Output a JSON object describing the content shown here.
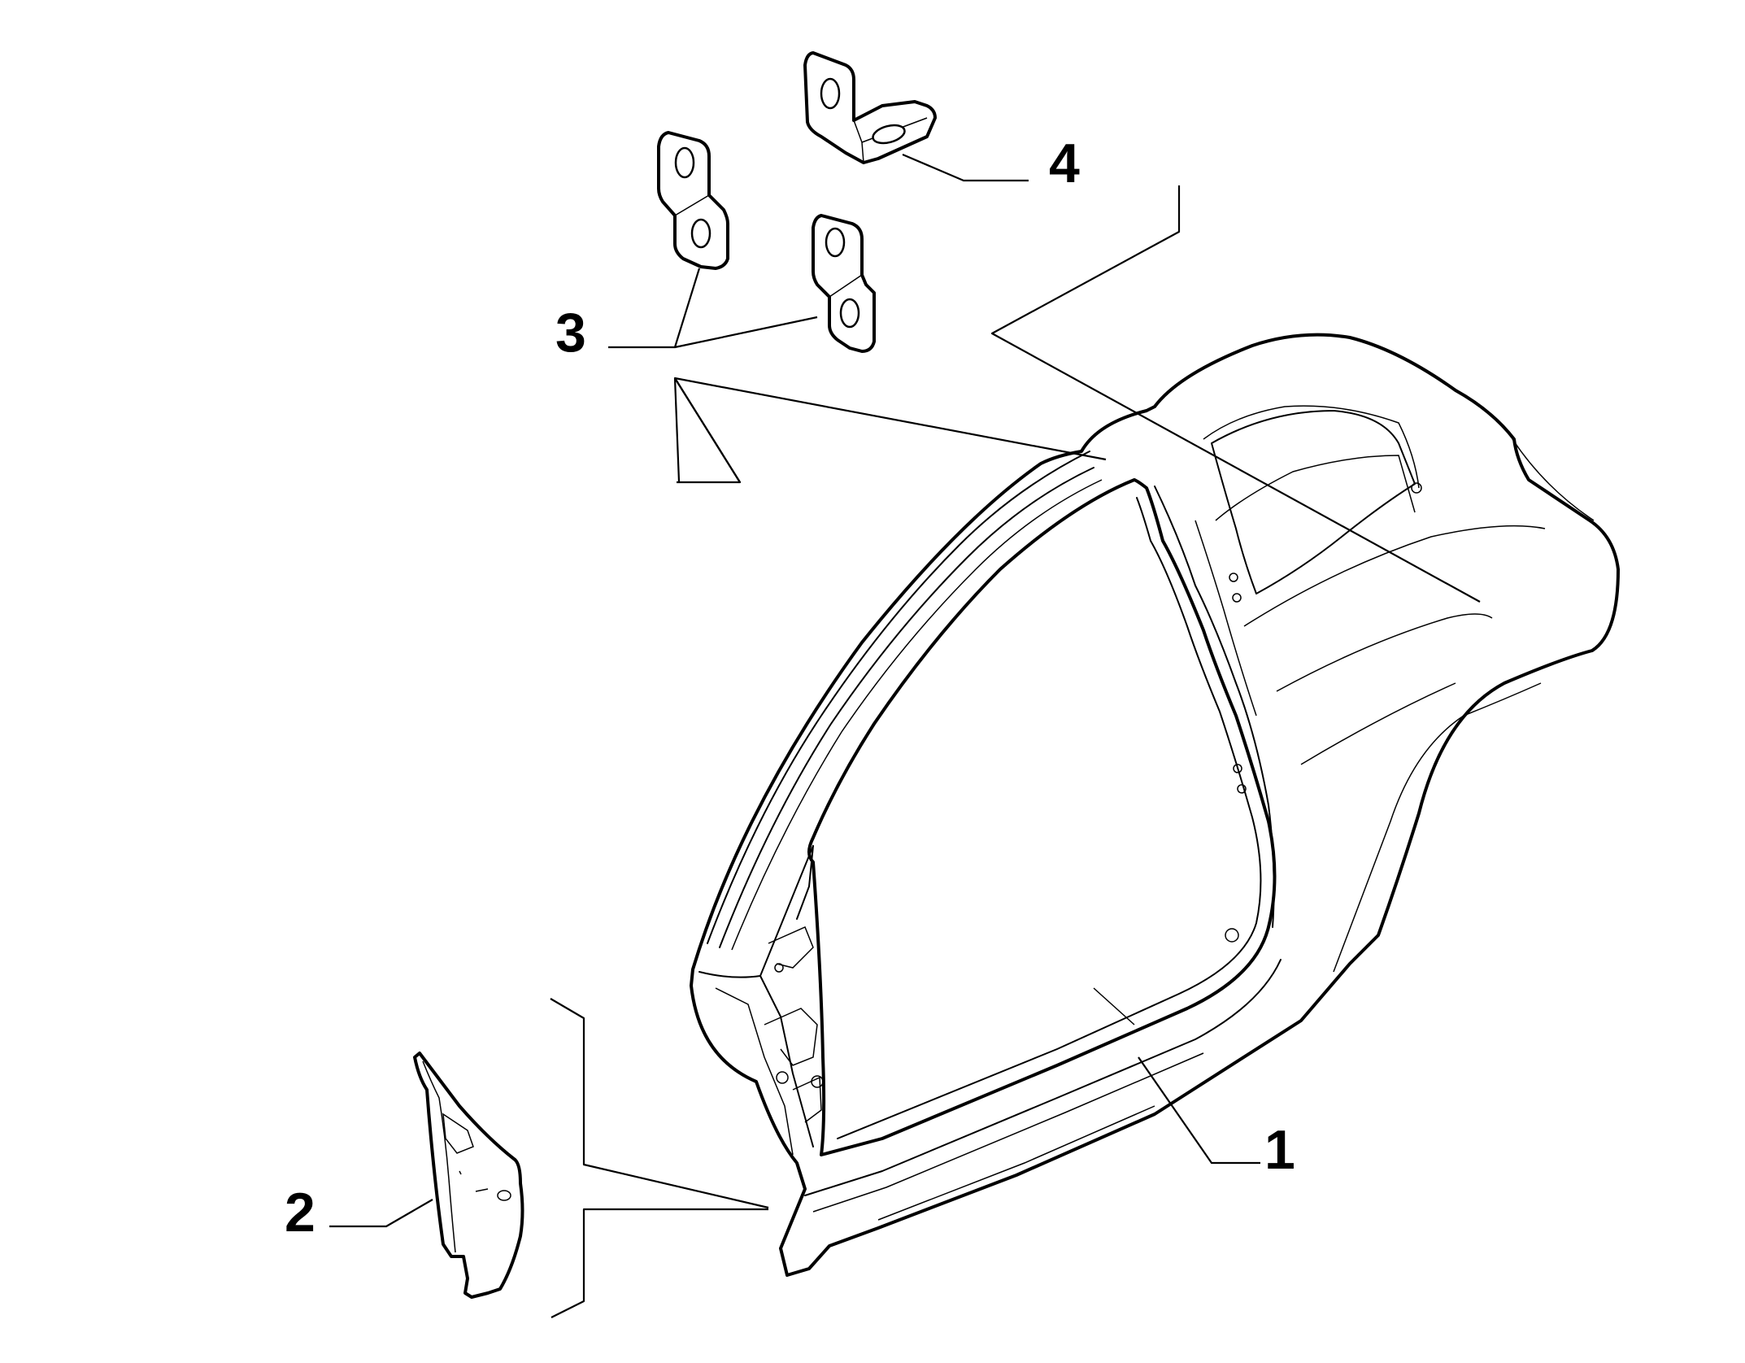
{
  "callouts": [
    {
      "id": "1",
      "text": "1"
    },
    {
      "id": "2",
      "text": "2"
    },
    {
      "id": "3",
      "text": "3"
    },
    {
      "id": "4",
      "text": "4"
    }
  ],
  "colors": {
    "line": "#000000",
    "background": "#ffffff"
  },
  "icons": {
    "part_1": "body-side-panel-drawing",
    "part_2": "a-pillar-reinforcement-drawing",
    "part_3": "small-bracket-drawing",
    "part_4": "angle-bracket-drawing"
  }
}
